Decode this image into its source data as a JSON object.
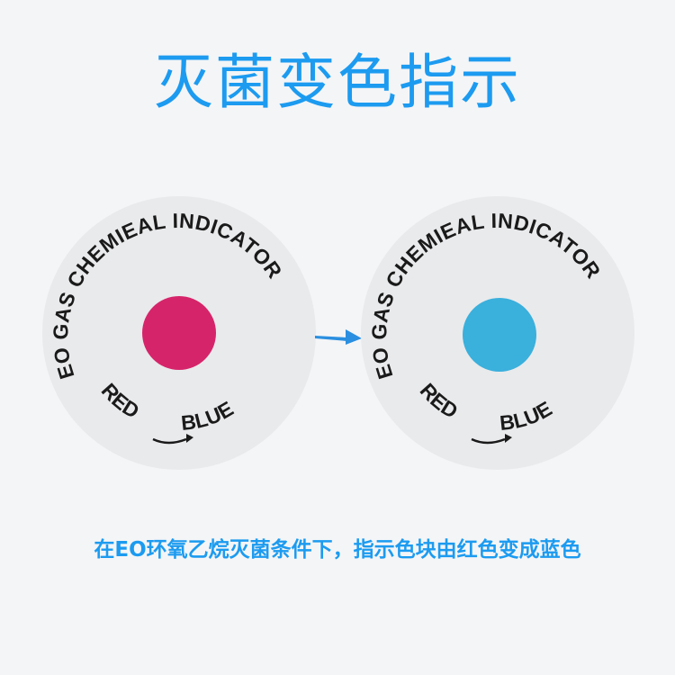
{
  "title": "灭菌变色指示",
  "indicator": {
    "ring_text": "EO GAS CHEMIEAL INDICATOR",
    "bottom_left": "RED",
    "bottom_right": "BLUE",
    "disc_color": "#e9eaec",
    "text_color": "#1a1a1a"
  },
  "before": {
    "state": "unsterilized",
    "dot_color": "#d6246a"
  },
  "after": {
    "state": "sterilized",
    "dot_color": "#3ab0dc"
  },
  "transition_arrow_color": "#2a8fe0",
  "caption": "在EO环氧乙烷灭菌条件下，指示色块由红色变成蓝色",
  "accent_color": "#1c9bf0"
}
